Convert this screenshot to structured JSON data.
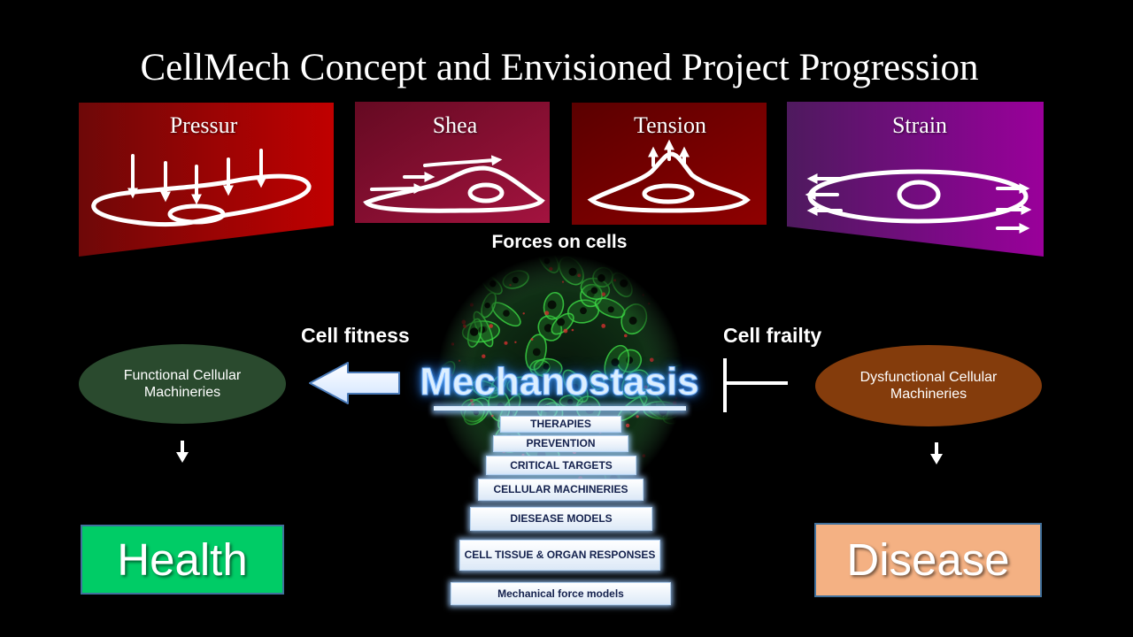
{
  "slide": {
    "title": "CellMech Concept and Envisioned Project Progression"
  },
  "forces": {
    "items": [
      {
        "label": "Pressur",
        "icon": "pressure-cell-icon",
        "color": "#c00000"
      },
      {
        "label": "Shea",
        "icon": "shear-cell-icon",
        "color": "#a3133f"
      },
      {
        "label": "Tension",
        "icon": "tension-cell-icon",
        "color": "#8f0000"
      },
      {
        "label": "Strain",
        "icon": "strain-cell-icon",
        "color": "#9a009a"
      }
    ],
    "caption": "Forces on cells"
  },
  "mechanostasis": {
    "label": "Mechanostasis",
    "image": "fluorescent-cells-icon",
    "steps": [
      "THERAPIES",
      "PREVENTION",
      "CRITICAL TARGETS",
      "CELLULAR MACHINERIES",
      "DIESEASE MODELS",
      "CELL TISSUE & ORGAN RESPONSES",
      "Mechanical force models"
    ]
  },
  "fitness": {
    "label": "Cell fitness",
    "arrow_icon": "left-block-arrow-icon",
    "machinery": "Functional Cellular Machineries",
    "machinery_color": "#2a4a2e",
    "outcome": "Health",
    "outcome_color": "#00cc66"
  },
  "frailty": {
    "label": "Cell frailty",
    "arrow_icon": "inhibition-bar-icon",
    "machinery": "Dysfunctional Cellular Machineries",
    "machinery_color": "#843c0c",
    "outcome": "Disease",
    "outcome_color": "#f4b183"
  }
}
